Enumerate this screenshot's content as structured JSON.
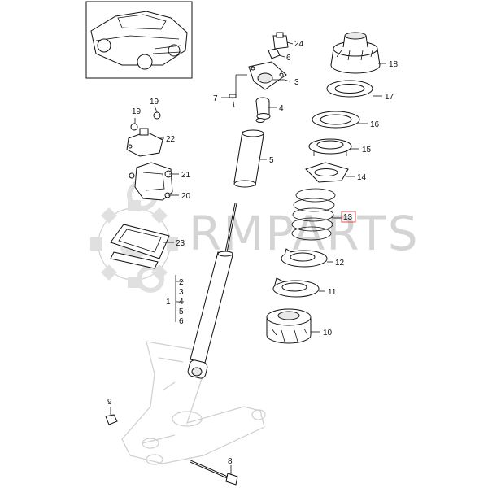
{
  "watermark": {
    "text": "RMPARTS"
  },
  "diagram": {
    "thumbnail_label": "",
    "callouts": {
      "c24": "24",
      "c6": "6",
      "c3": "3",
      "c7": "7",
      "c4": "4",
      "c5": "5",
      "c19": "19",
      "c22": "22",
      "c21": "21",
      "c20": "20",
      "c23": "23",
      "c18": "18",
      "c17": "17",
      "c16": "16",
      "c15": "15",
      "c14": "14",
      "c13": "13",
      "c12": "12",
      "c11": "11",
      "c10": "10",
      "c9": "9",
      "c8": "8",
      "c1": "1",
      "k2": "2",
      "k3": "3",
      "k4": "4",
      "k5": "5",
      "k6": "6"
    },
    "highlight_color": "#d9534f"
  }
}
